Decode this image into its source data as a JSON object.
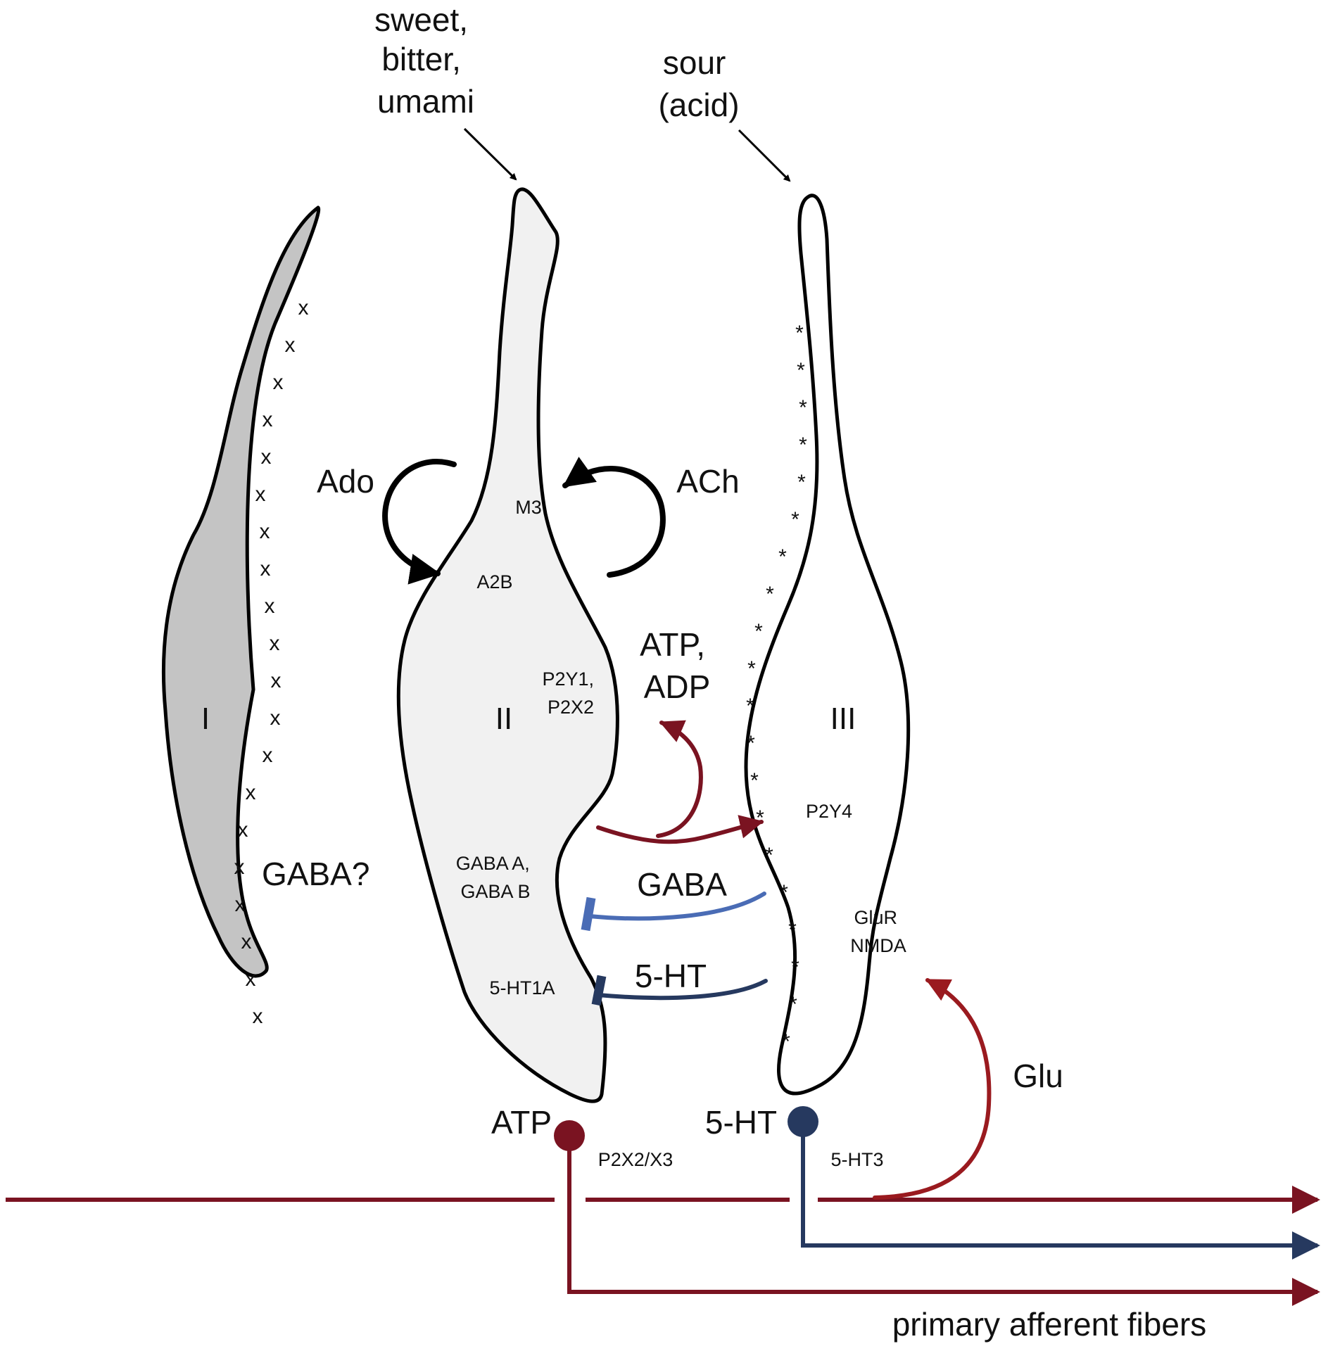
{
  "stimuli": {
    "sweet_bitter_umami": [
      "sweet,",
      "bitter,",
      "umami"
    ],
    "sour": [
      "sour",
      "(acid)"
    ]
  },
  "cells": {
    "type1": {
      "label": "I",
      "color": "#c4c4c4"
    },
    "type2": {
      "label": "II",
      "color": "#f1f1f1"
    },
    "type3": {
      "label": "III",
      "color": "#ffffff"
    }
  },
  "receptors": {
    "m3": "M3",
    "a2b": "A2B",
    "p2y1": [
      "P2Y1,",
      "P2X2"
    ],
    "gaba_ab": [
      "GABA A,",
      "GABA B"
    ],
    "ht1a": "5-HT1A",
    "p2y4": "P2Y4",
    "glur": [
      "GluR",
      "NMDA"
    ],
    "p2x2x3": "P2X2/X3",
    "ht3": "5-HT3"
  },
  "transmitters": {
    "ado": "Ado",
    "ach": "ACh",
    "atp_adp": [
      "ATP,",
      "ADP"
    ],
    "gaba": "GABA",
    "serotonin": "5-HT",
    "gaba_q": "GABA?",
    "glu": "Glu",
    "atp_release": "ATP",
    "serotonin_release": "5-HT"
  },
  "markers": {
    "type1_marker": "x",
    "type3_marker": "*"
  },
  "fibers_label": "primary afferent fibers",
  "colors": {
    "atp_red": "#7a1321",
    "glu_red": "#9a1a1f",
    "gaba_blue": "#4a6cb5",
    "serotonin_navy": "#26395f",
    "outline": "#000000"
  }
}
